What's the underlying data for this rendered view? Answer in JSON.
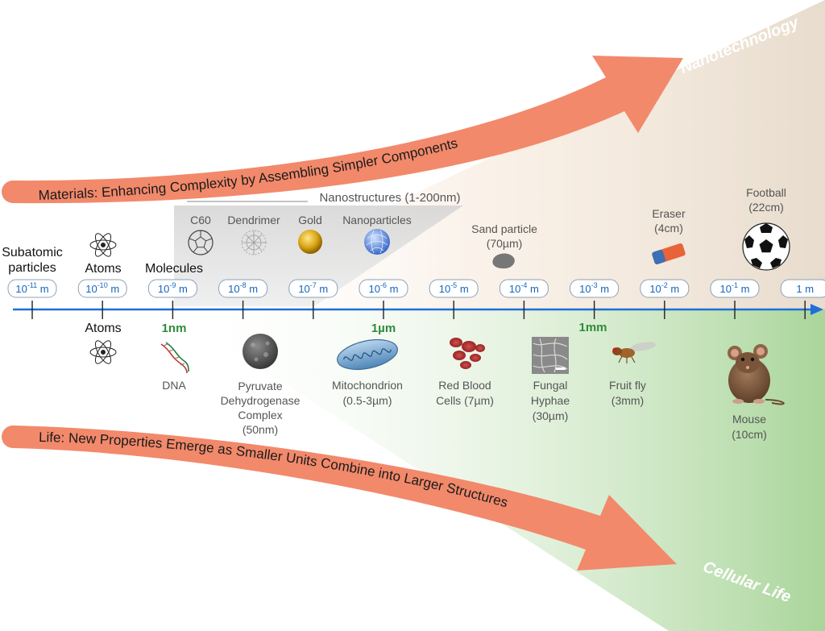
{
  "top_arrow": {
    "label": "Materials: Enhancing Complexity by Assembling Simpler Components"
  },
  "bottom_arrow": {
    "label": "Life: New Properties Emerge as Smaller Units Combine into Larger Structures"
  },
  "corners": {
    "top": "Nanotechnology",
    "bottom": "Cellular Life"
  },
  "nanostructures": {
    "title": "Nanostructures (1-200nm)",
    "items": [
      "C60",
      "Dendrimer",
      "Gold",
      "Nanoparticles"
    ]
  },
  "scale": [
    {
      "base": "10",
      "exp": "-11",
      "unit": "m"
    },
    {
      "base": "10",
      "exp": "-10",
      "unit": "m"
    },
    {
      "base": "10",
      "exp": "-9",
      "unit": "m"
    },
    {
      "base": "10",
      "exp": "-8",
      "unit": "m"
    },
    {
      "base": "10",
      "exp": "-7",
      "unit": "m"
    },
    {
      "base": "10",
      "exp": "-6",
      "unit": "m"
    },
    {
      "base": "10",
      "exp": "-5",
      "unit": "m"
    },
    {
      "base": "10",
      "exp": "-4",
      "unit": "m"
    },
    {
      "base": "10",
      "exp": "-3",
      "unit": "m"
    },
    {
      "base": "10",
      "exp": "-2",
      "unit": "m"
    },
    {
      "base": "10",
      "exp": "-1",
      "unit": "m"
    },
    {
      "base": "1",
      "exp": "",
      "unit": "m"
    }
  ],
  "above_items": {
    "subatomic": {
      "line1": "Subatomic",
      "line2": "particles"
    },
    "atoms": "Atoms",
    "molecules": "Molecules",
    "sand": {
      "line1": "Sand particle",
      "line2": "(70µm)"
    },
    "eraser": {
      "line1": "Eraser",
      "line2": "(4cm)"
    },
    "football": {
      "line1": "Football",
      "line2": "(22cm)"
    }
  },
  "below_items": {
    "atoms": "Atoms",
    "nm_marker": "1nm",
    "um_marker": "1µm",
    "mm_marker": "1mm",
    "dna": "DNA",
    "pyruvate": [
      "Pyruvate",
      "Dehydrogenase",
      "Complex",
      "(50nm)"
    ],
    "mitochondrion": [
      "Mitochondrion",
      "(0.5-3µm)"
    ],
    "rbc": [
      "Red Blood",
      "Cells (7µm)"
    ],
    "fungal": [
      "Fungal",
      "Hyphae",
      "(30µm)"
    ],
    "fruitfly": [
      "Fruit fly",
      "(3mm)"
    ],
    "mouse": [
      "Mouse",
      "(10cm)"
    ]
  },
  "colors": {
    "arrow": "#f2896b",
    "axis": "#1e6fd9",
    "tick_text": "#1565c0",
    "nano_bg": "#f4dcc6",
    "life_bg": "#b9dcae",
    "green_text": "#2e8b3a"
  }
}
